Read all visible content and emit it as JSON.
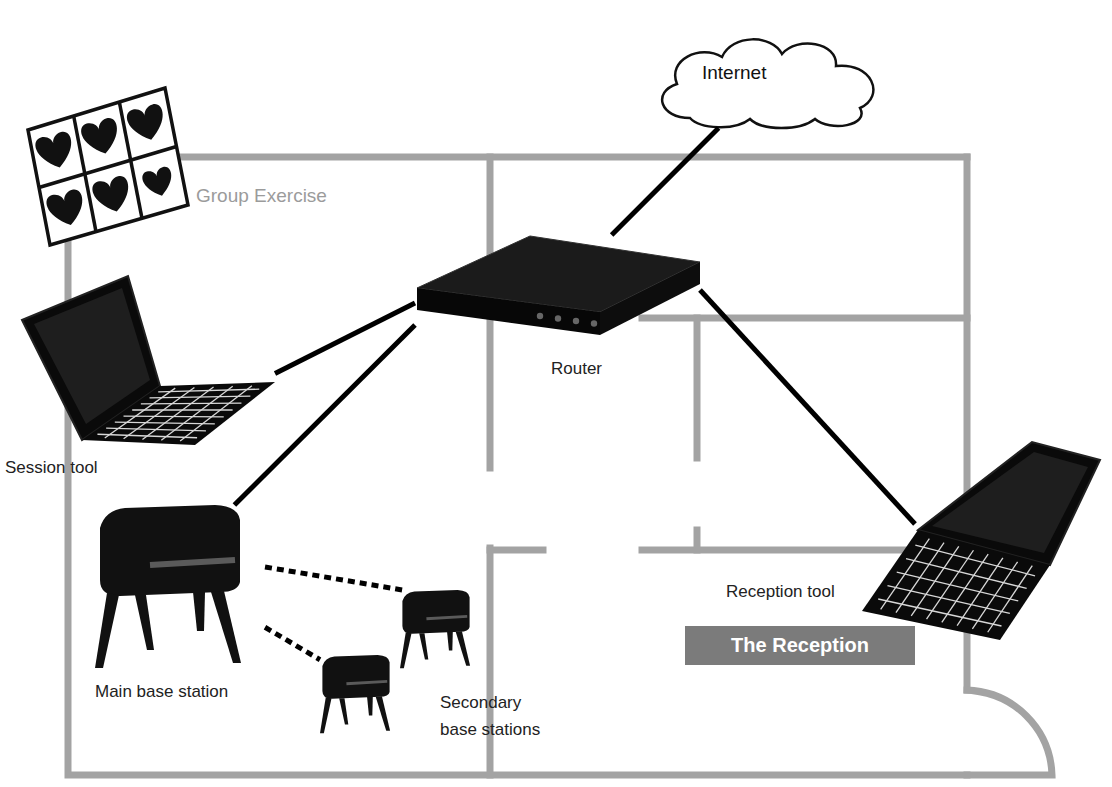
{
  "diagram": {
    "nodes": [
      {
        "text": [
          "Internet"
        ]
      },
      {
        "text": [
          "Group Exercise"
        ]
      },
      {
        "text": [
          "Router"
        ]
      },
      {
        "text": [
          "Session tool"
        ]
      },
      {
        "text": [
          "Main base station"
        ]
      },
      {
        "text": [
          "Secondary base stations"
        ]
      },
      {
        "text": [
          "Reception tool"
        ]
      },
      {
        "text": [
          "The Reception"
        ]
      }
    ],
    "edges": [
      {
        "from": 2,
        "to": 0,
        "arrow": "none"
      },
      {
        "from": 3,
        "to": 2,
        "arrow": "none"
      },
      {
        "from": 4,
        "to": 2,
        "arrow": "none"
      },
      {
        "from": 2,
        "to": 6,
        "arrow": "none"
      },
      {
        "from": 4,
        "to": 5,
        "arrow": "none"
      },
      {
        "from": 4,
        "to": 5,
        "arrow": "none"
      }
    ]
  }
}
